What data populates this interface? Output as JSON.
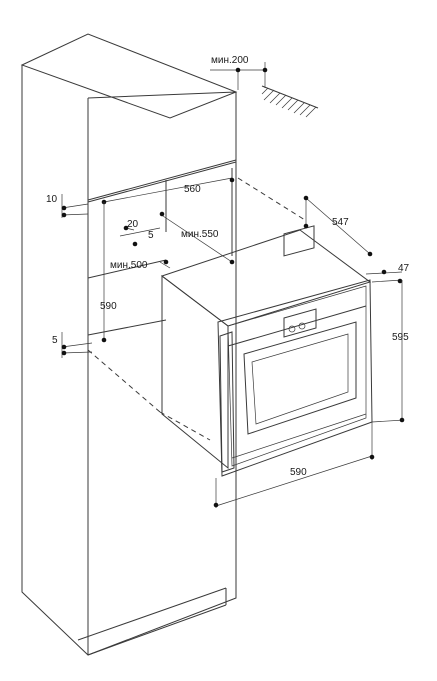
{
  "dimensions": {
    "min_clearance_top": "мин.200",
    "cabinet_top_gap": "10",
    "niche_width": "560",
    "niche_depth": "547",
    "appliance_offset": "20",
    "recess_label": "5",
    "niche_depth_min": "мин.550",
    "niche_height_min": "мин.500",
    "niche_height": "590",
    "panel_gap": "5",
    "front_protrusion": "47",
    "appliance_height": "595",
    "appliance_width": "590"
  },
  "colors": {
    "line": "#3a3a3a",
    "dot": "#111111",
    "background": "#ffffff"
  }
}
